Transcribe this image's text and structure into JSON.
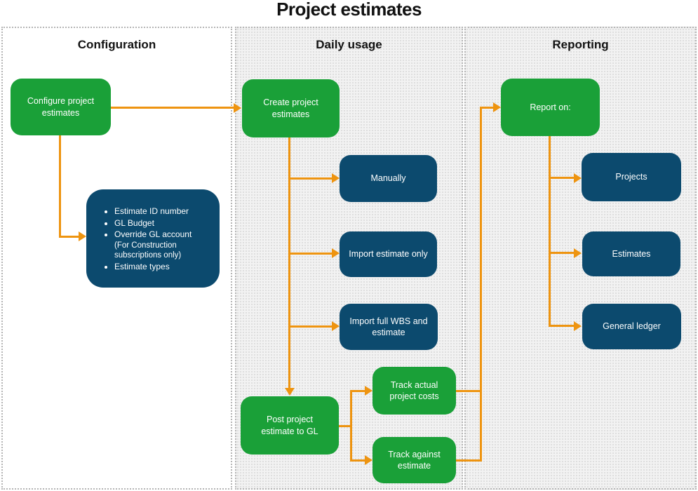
{
  "title": "Project estimates",
  "colors": {
    "green": "#1aa038",
    "navy": "#0c4a6e",
    "orange": "#ee9410",
    "panel_bg": "#f2f2f2"
  },
  "columns": {
    "configuration": {
      "label": "Configuration"
    },
    "daily_usage": {
      "label": "Daily usage"
    },
    "reporting": {
      "label": "Reporting"
    }
  },
  "nodes": {
    "configure_project_estimates": {
      "label": "Configure project estimates"
    },
    "configuration_details": {
      "items": [
        "Estimate ID number",
        "GL Budget",
        "Override GL account",
        "Estimate types"
      ],
      "override_note": "(For Construction subscriptions only)"
    },
    "create_project_estimates": {
      "label": "Create project estimates"
    },
    "manually": {
      "label": "Manually"
    },
    "import_estimate_only": {
      "label": "Import estimate only"
    },
    "import_full_wbs": {
      "label": "Import full WBS and estimate"
    },
    "post_project_estimate": {
      "label": "Post project estimate to GL"
    },
    "track_actual_costs": {
      "label": "Track actual project costs"
    },
    "track_against_estimate": {
      "label": "Track against estimate"
    },
    "report_on": {
      "label": "Report on:"
    },
    "projects": {
      "label": "Projects"
    },
    "estimates": {
      "label": "Estimates"
    },
    "general_ledger": {
      "label": "General ledger"
    }
  }
}
